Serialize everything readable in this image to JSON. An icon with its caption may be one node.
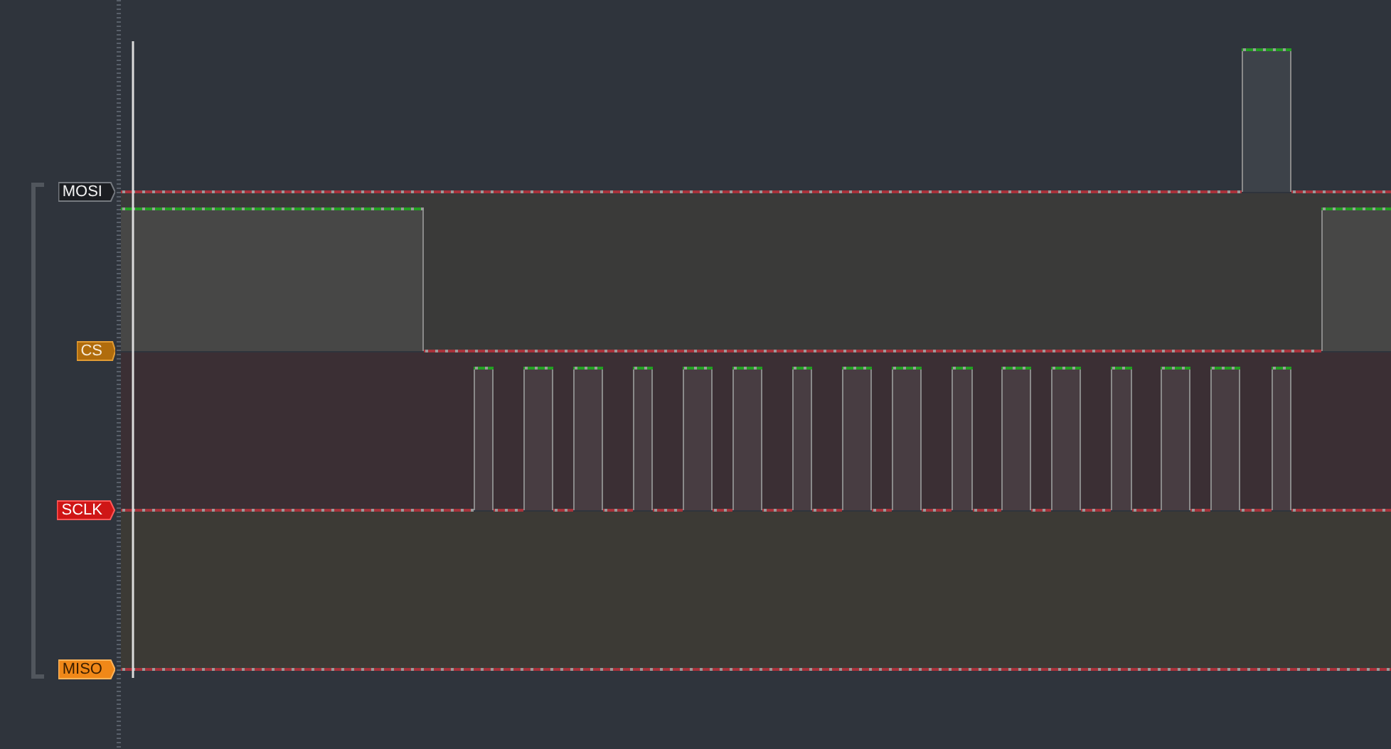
{
  "diagram": {
    "nodes": [
      {
        "text": [
          "MOSI"
        ]
      },
      {
        "text": [
          "CS"
        ]
      },
      {
        "text": [
          "SCLK"
        ]
      },
      {
        "text": [
          "MISO"
        ]
      }
    ]
  }
}
